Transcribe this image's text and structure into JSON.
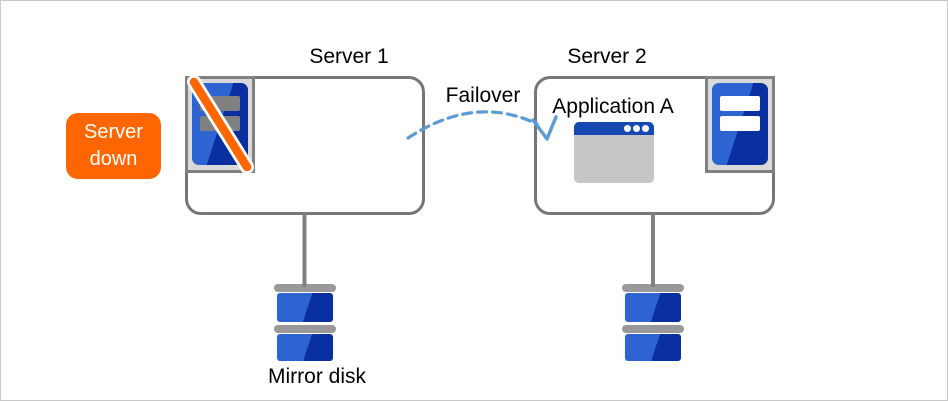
{
  "diagram": {
    "type": "failover-cluster-diagram",
    "labels": {
      "server1": "Server 1",
      "server2": "Server 2",
      "failover": "Failover",
      "application": "Application A",
      "badge_line1": "Server",
      "badge_line2": "down",
      "mirror_disk": "Mirror disk"
    },
    "icons": {
      "server1_host": "server-tower-crossed-out",
      "server2_host": "server-tower-active",
      "application_window": "app-window",
      "disk_left": "mirror-disk-stack",
      "disk_right": "mirror-disk-stack",
      "failover_arrow": "dashed-curved-arrow"
    },
    "colors": {
      "badge_bg": "#FF6600",
      "badge_text": "#FFFFFF",
      "box_border": "#767676",
      "frame_border": "#808080",
      "frame_bg": "#D9D9D9",
      "server_blue_light": "#2E64D2",
      "server_blue_dark": "#0A2FA0",
      "bar_down": "#808080",
      "bar_up": "#FFFFFF",
      "slash_orange": "#FF6600",
      "titlebar_blue": "#1548B0",
      "window_body": "#C6C6C6",
      "disk_cap": "#999999",
      "arrow_blue": "#5B9BD5",
      "connector_gray": "#808080",
      "canvas_border": "#C9C9C9",
      "text": "#000000"
    }
  }
}
